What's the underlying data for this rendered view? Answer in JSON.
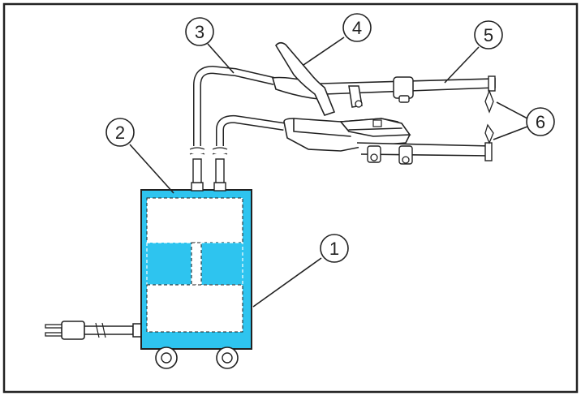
{
  "colors": {
    "unit_fill": "#2ec4ef",
    "outline": "#222222",
    "background": "#ffffff",
    "part_fill": "#ffffff"
  },
  "callouts": [
    {
      "id": "1",
      "label": "1"
    },
    {
      "id": "2",
      "label": "2"
    },
    {
      "id": "3",
      "label": "3"
    },
    {
      "id": "4",
      "label": "4"
    },
    {
      "id": "5",
      "label": "5"
    },
    {
      "id": "6",
      "label": "6"
    }
  ]
}
